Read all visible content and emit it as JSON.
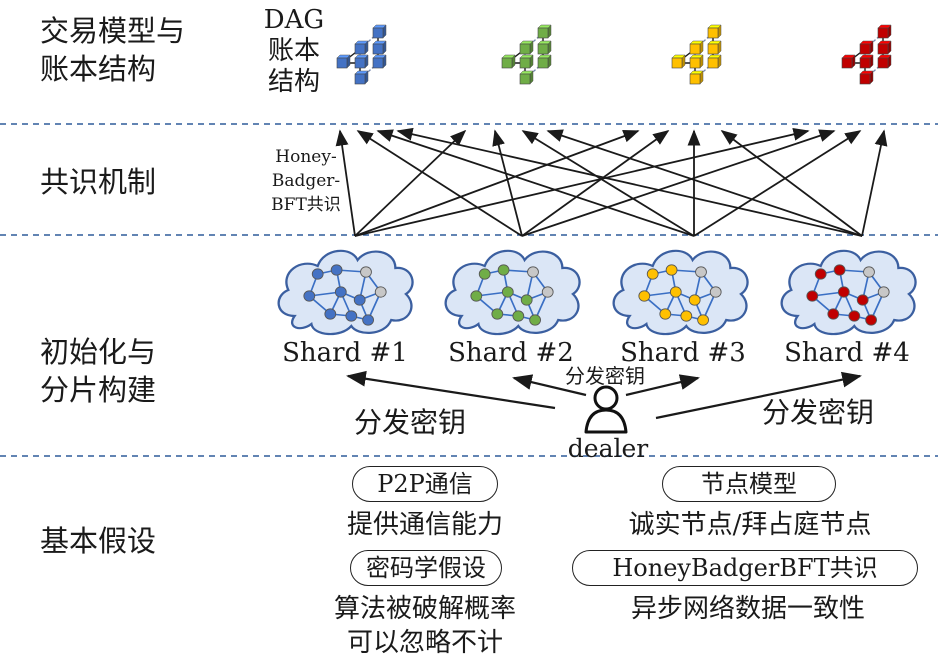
{
  "layers": {
    "ledger": "交易模型与\n账本结构",
    "consensus": "共识机制",
    "init": "初始化与\n分片构建",
    "assumption": "基本假设"
  },
  "dag": {
    "label": "DAG\n账本\n结构"
  },
  "consensus": {
    "note": "Honey-\nBadger-\nBFT共识"
  },
  "shards": [
    {
      "label": "Shard #1",
      "color": "#4472c4"
    },
    {
      "label": "Shard #2",
      "color": "#70ad47"
    },
    {
      "label": "Shard #3",
      "color": "#ffc000"
    },
    {
      "label": "Shard #4",
      "color": "#c00000"
    }
  ],
  "dealer": {
    "label": "dealer",
    "dist_left": "分发密钥",
    "dist_center": "分发密钥",
    "dist_right": "分发密钥"
  },
  "assumptions": {
    "p2p_title": "P2P通信",
    "p2p_desc": "提供通信能力",
    "crypto_title": "密码学假设",
    "crypto_desc": "算法被破解概率\n可以忽略不计",
    "node_title": "节点模型",
    "node_desc": "诚实节点/拜占庭节点",
    "consensus_title": "HoneyBadgerBFT共识",
    "consensus_desc": "异步网络数据一致性"
  },
  "colors": {
    "divider": "#2e5c9a",
    "blue": "#4472c4",
    "green": "#70ad47",
    "yellow": "#ffc000",
    "red": "#c00000",
    "cloud_stroke": "#3b5fa0",
    "cloud_fill": "#dbe6f6"
  }
}
